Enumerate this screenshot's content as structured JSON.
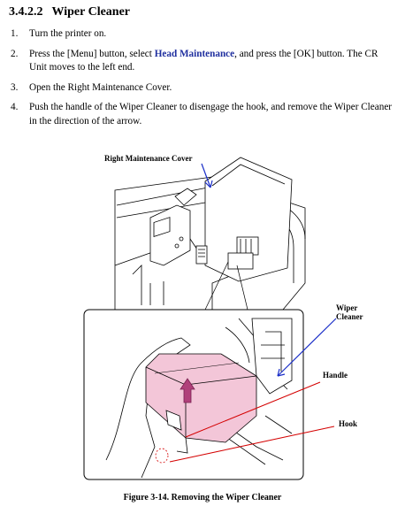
{
  "section": {
    "number": "3.4.2.2",
    "title": "Wiper Cleaner"
  },
  "steps": [
    {
      "num": "1.",
      "text": "Turn the printer on."
    },
    {
      "num": "2.",
      "pre": "Press the [Menu] button, select ",
      "highlight": "Head Maintenance",
      "post": ", and press the [OK] button. The CR Unit moves to the left end."
    },
    {
      "num": "3.",
      "text": "Open the Right Maintenance Cover."
    },
    {
      "num": "4.",
      "text": "Push the handle of the Wiper Cleaner to disengage the hook, and remove the Wiper Cleaner in the direction of the arrow."
    }
  ],
  "figure": {
    "labels": {
      "cover": "Right Maintenance Cover",
      "wiper_line1": "Wiper",
      "wiper_line2": "Cleaner",
      "handle": "Handle",
      "hook": "Hook"
    },
    "caption": "Figure 3-14.  Removing the Wiper Cleaner",
    "colors": {
      "cover_arrow": "#1a2ec8",
      "wiper_arrow": "#1a2ec8",
      "handle_line": "#d40000",
      "hook_line": "#d40000",
      "cleaner_fill": "#f3c6d8",
      "arrow_fill": "#b0407a"
    }
  }
}
